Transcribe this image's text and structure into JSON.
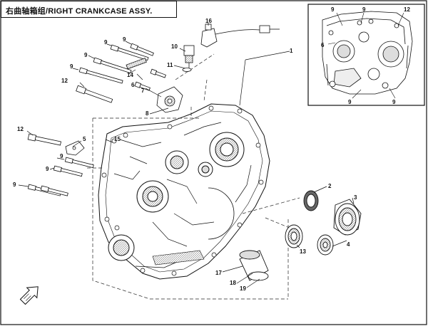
{
  "title": "右曲轴箱组/RIGHT CRANKCASE ASSY.",
  "callouts": {
    "c1": "1",
    "c2": "2",
    "c3": "3",
    "c4": "4",
    "c5": "5",
    "c6": "6",
    "c7": "7",
    "c8": "8",
    "c9a": "9",
    "c9b": "9",
    "c9c": "9",
    "c9d": "9",
    "c9e": "9",
    "c9f": "9",
    "c9g": "9",
    "c10": "10",
    "c11": "11",
    "c12a": "12",
    "c12b": "12",
    "c13": "13",
    "c14": "14",
    "c15": "15",
    "c16": "16",
    "c17": "17",
    "c18": "18",
    "c19": "19"
  },
  "inset_callouts": {
    "i9a": "9",
    "i9b": "9",
    "i6": "6",
    "i12": "12",
    "i9c": "9",
    "i9d": "9"
  },
  "colors": {
    "line": "#111111",
    "paper": "#ffffff",
    "shade": "#9a9a9a"
  },
  "orientation_icon": "front-arrow-icon"
}
